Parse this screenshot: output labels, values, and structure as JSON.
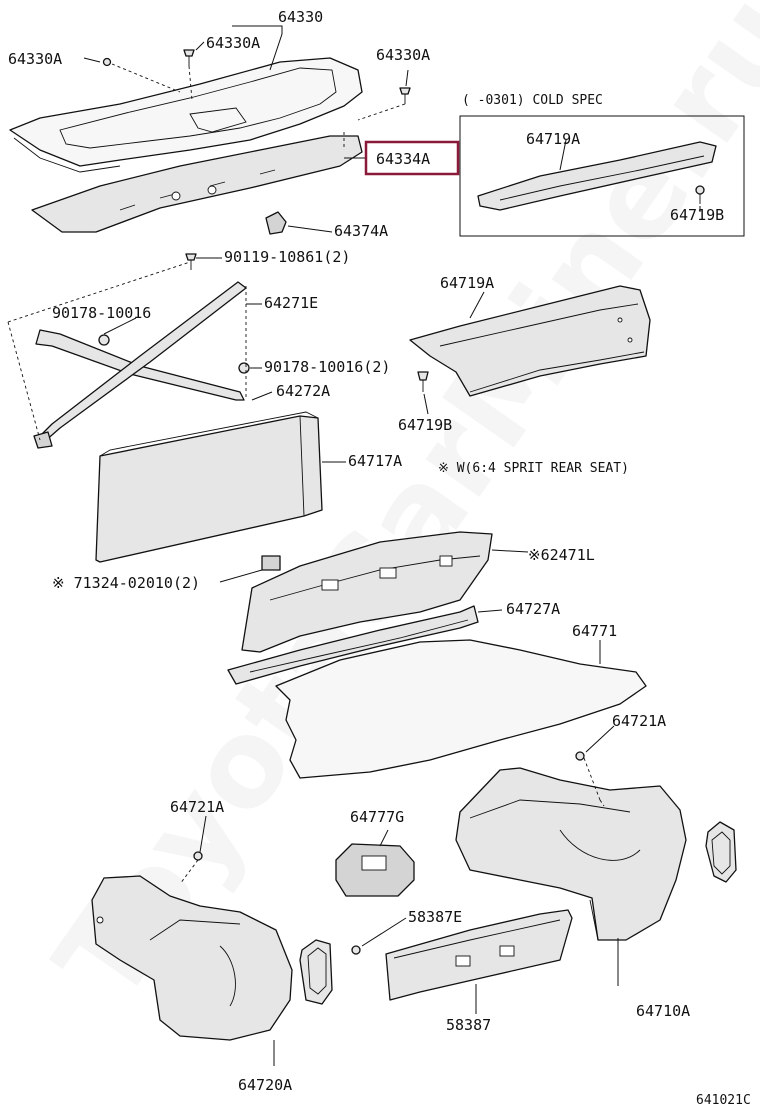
{
  "watermark": "ToyotaCarMine.ru",
  "figure_code": "641021C",
  "cold_spec_note": "(     -0301) COLD SPEC",
  "seat_note": "※ W(6:4 SPRIT REAR SEAT)",
  "callouts": {
    "c64330": "64330",
    "c64330A_left": "64330A",
    "c64330A_mid": "64330A",
    "c64330A_right": "64330A",
    "c64334A": "64334A",
    "c64374A": "64374A",
    "c64719A_box": "64719A",
    "c64719B_box": "64719B",
    "c64719A": "64719A",
    "c64719B": "64719B",
    "c90119": "90119-10861(2)",
    "c90178_left": "90178-10016",
    "c64271E": "64271E",
    "c90178_right": "90178-10016(2)",
    "c64272A": "64272A",
    "c64717A": "64717A",
    "c62471L": "※62471L",
    "c71324": "※ 71324-02010(2)",
    "c64727A": "64727A",
    "c64771": "64771",
    "c64721A_right": "64721A",
    "c64721A_left": "64721A",
    "c64777G": "64777G",
    "c58387E": "58387E",
    "c58387": "58387",
    "c64710A": "64710A",
    "c64720A": "64720A"
  },
  "highlighted_part": "64334A"
}
